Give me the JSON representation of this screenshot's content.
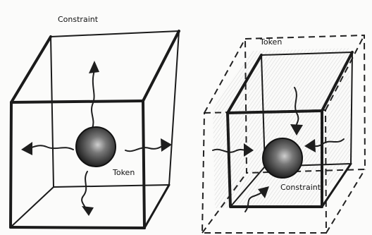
{
  "labels": {
    "left_constraint": "Constraint",
    "left_token": "Token",
    "right_token": "Token",
    "right_constraint": "Constraint"
  },
  "colors": {
    "ink": "#1b1b1b",
    "paper": "#fbfbfa",
    "sphere_dark": "#141414",
    "sphere_light": "#bdbdbd",
    "shade": "#d6d6d6"
  }
}
